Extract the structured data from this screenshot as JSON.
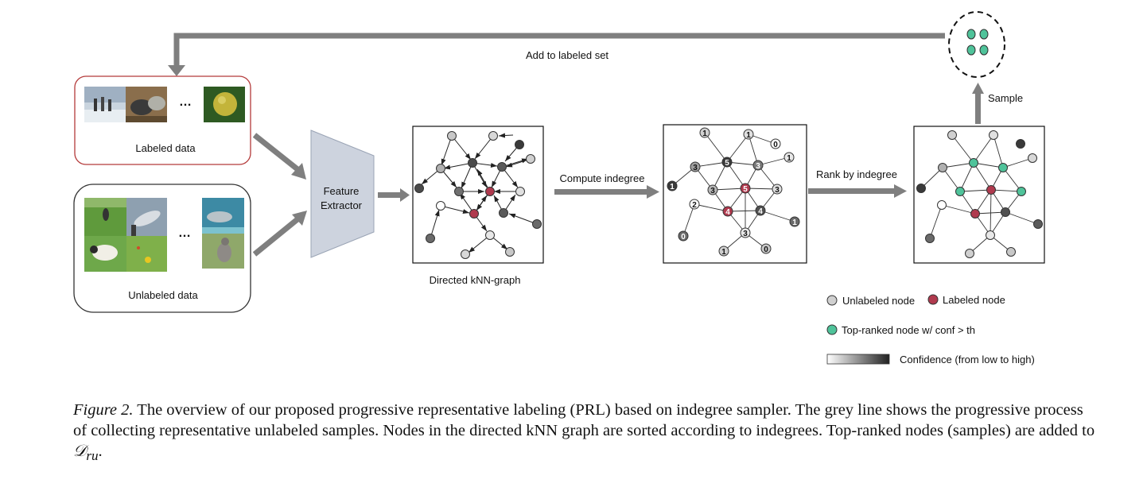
{
  "labels": {
    "add_to_labeled_set": "Add to labeled set",
    "sample": "Sample",
    "labeled_data": "Labeled data",
    "unlabeled_data": "Unlabeled data",
    "ellipsis": "…",
    "feature_extractor_line1": "Feature",
    "feature_extractor_line2": "Extractor",
    "directed_knn_graph": "Directed kNN-graph",
    "compute_indegree": "Compute indegree",
    "rank_by_indegree": "Rank by indegree"
  },
  "legend": {
    "unlabeled_node": "Unlabeled  node",
    "labeled_node": "Labeled  node",
    "top_ranked_node": "Top-ranked node w/ conf > th",
    "confidence": "Confidence (from low to high)"
  },
  "colors": {
    "arrow_grey": "#7f7f7f",
    "labeled_red": "#b03a4e",
    "top_ranked_green": "#4fc39a",
    "labeled_box_border": "#b43a3a",
    "extractor_fill": "#cdd3de"
  },
  "indegree_values": [
    "1",
    "1",
    "0",
    "1",
    "3",
    "5",
    "3",
    "3",
    "5",
    "3",
    "2",
    "4",
    "4",
    "1",
    "0",
    "3",
    "1",
    "0"
  ],
  "caption": {
    "figure_label": "Figure 2.",
    "text": " The overview of our proposed progressive representative labeling (PRL) based on indegree sampler. The grey line shows the progressive process of collecting representative unlabeled samples. Nodes in the directed kNN graph are sorted according to indegrees. Top-ranked nodes (samples) are added to ",
    "math_symbol": "𝒟",
    "math_subscript": "ru",
    "end": "."
  }
}
